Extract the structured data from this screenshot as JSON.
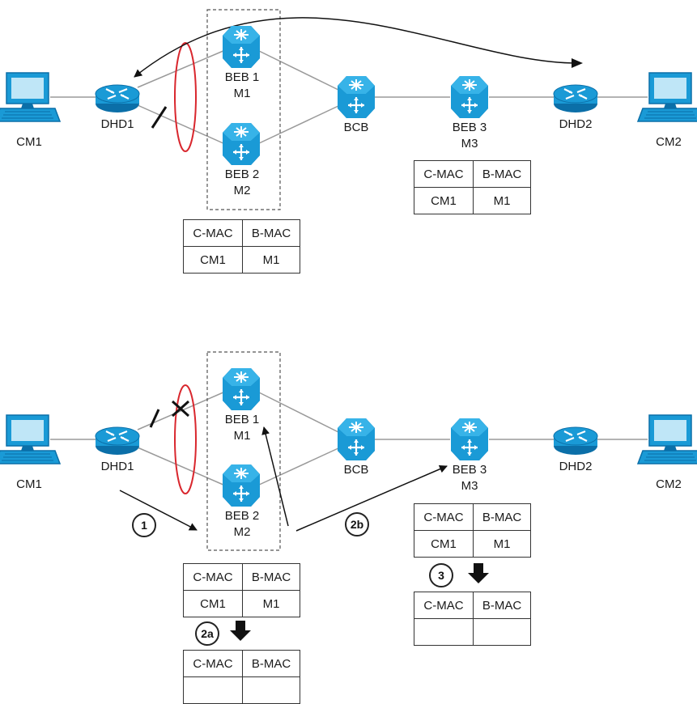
{
  "top": {
    "hosts": {
      "left": "CM1",
      "right": "CM2"
    },
    "routers": {
      "left": "DHD1",
      "right": "DHD2"
    },
    "switches": {
      "beb1_name": "BEB 1",
      "beb1_mac": "M1",
      "beb2_name": "BEB 2",
      "beb2_mac": "M2",
      "bcb": "BCB",
      "beb3_name": "BEB 3",
      "beb3_mac": "M3"
    },
    "table_beb3": {
      "headers": [
        "C-MAC",
        "B-MAC"
      ],
      "row": [
        "CM1",
        "M1"
      ]
    },
    "table_beb12": {
      "headers": [
        "C-MAC",
        "B-MAC"
      ],
      "row": [
        "CM1",
        "M1"
      ]
    }
  },
  "bottom": {
    "hosts": {
      "left": "CM1",
      "right": "CM2"
    },
    "routers": {
      "left": "DHD1",
      "right": "DHD2"
    },
    "switches": {
      "beb1_name": "BEB 1",
      "beb1_mac": "M1",
      "beb2_name": "BEB 2",
      "beb2_mac": "M2",
      "bcb": "BCB",
      "beb3_name": "BEB 3",
      "beb3_mac": "M3"
    },
    "steps": {
      "s1": "1",
      "s2a": "2a",
      "s2b": "2b",
      "s3": "3"
    },
    "table_beb3": {
      "headers": [
        "C-MAC",
        "B-MAC"
      ],
      "row": [
        "CM1",
        "M1"
      ]
    },
    "table_beb3_after": {
      "headers": [
        "C-MAC",
        "B-MAC"
      ],
      "row": [
        "",
        ""
      ]
    },
    "table_beb12": {
      "headers": [
        "C-MAC",
        "B-MAC"
      ],
      "row": [
        "CM1",
        "M1"
      ]
    },
    "table_beb12_after": {
      "headers": [
        "C-MAC",
        "B-MAC"
      ],
      "row": [
        "",
        ""
      ]
    }
  },
  "colors": {
    "device": "#1a9ad6",
    "device_dark": "#0b6fa8",
    "ring": "#d9272e",
    "link": "#9a9a9a"
  }
}
